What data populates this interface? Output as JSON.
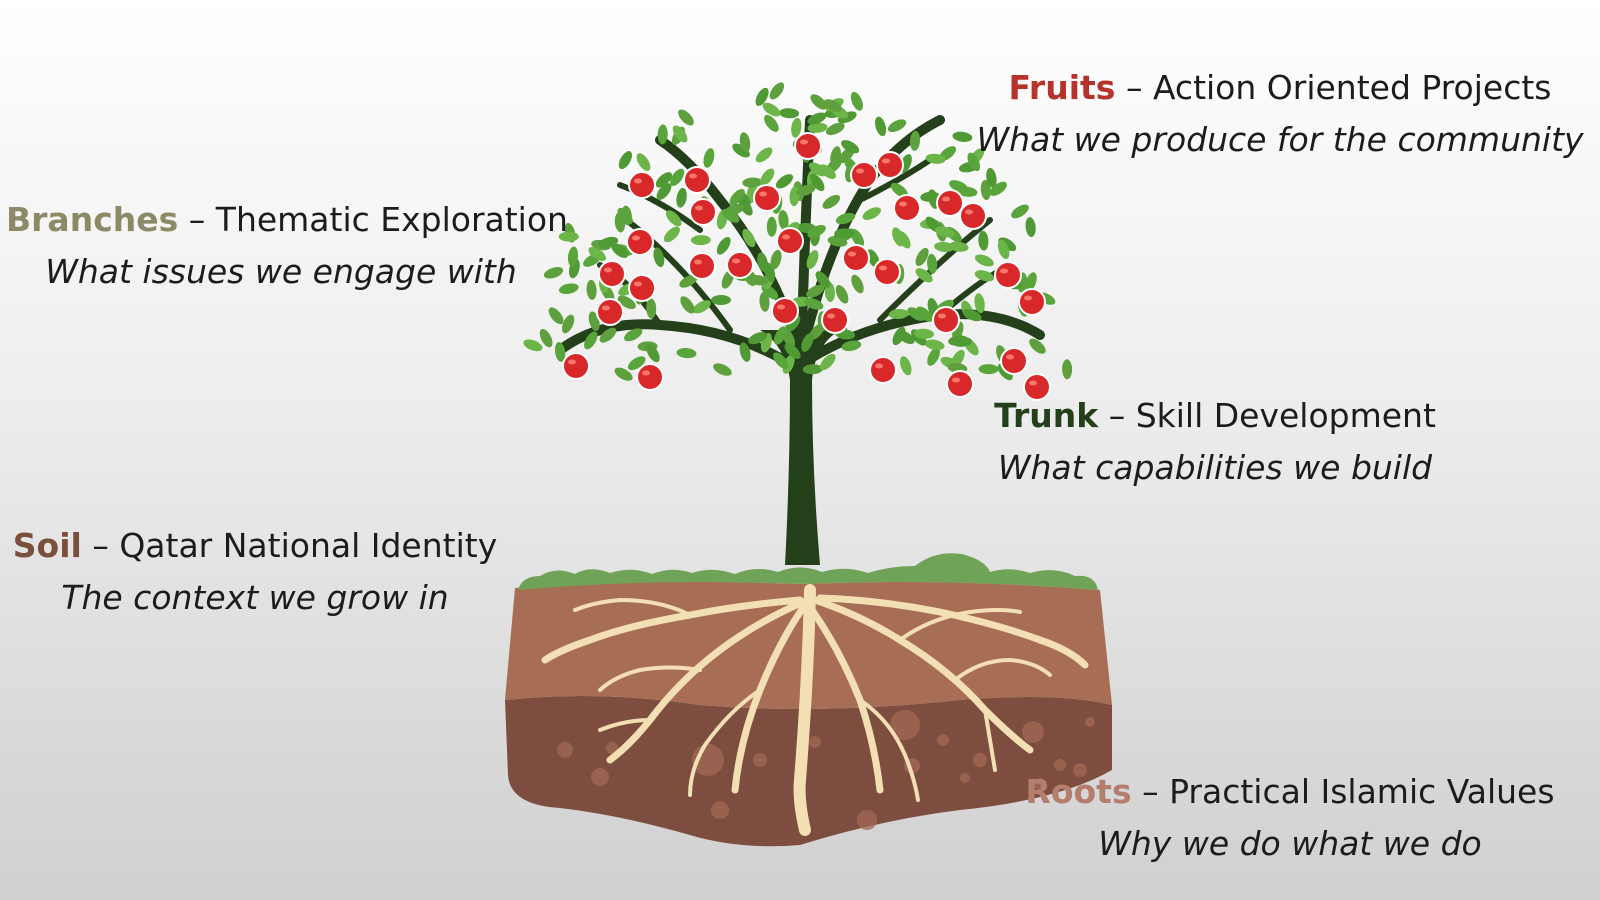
{
  "colors": {
    "fruits": "#b5332a",
    "branches": "#8c8a66",
    "trunk": "#24401a",
    "soil": "#7a4f3d",
    "roots": "#b57e6c",
    "leaf": "#5aa53b",
    "apple": "#d9282a",
    "grass": "#6fa458",
    "soil_top": "#a86d55",
    "soil_bottom": "#7d4e3f",
    "root_fill": "#f3dfb4"
  },
  "labels": {
    "fruits": {
      "key": "Fruits",
      "title": "Action Oriented Projects",
      "subtitle": "What we produce for the community"
    },
    "branches": {
      "key": "Branches",
      "title": "Thematic Exploration",
      "subtitle": "What issues we engage with"
    },
    "trunk": {
      "key": "Trunk",
      "title": "Skill Development",
      "subtitle": "What capabilities we build"
    },
    "soil": {
      "key": "Soil",
      "title": "Qatar National Identity",
      "subtitle": "The context we grow in"
    },
    "roots": {
      "key": "Roots",
      "title": "Practical Islamic Values",
      "subtitle": "Why we do what we do"
    }
  },
  "separator": "–"
}
